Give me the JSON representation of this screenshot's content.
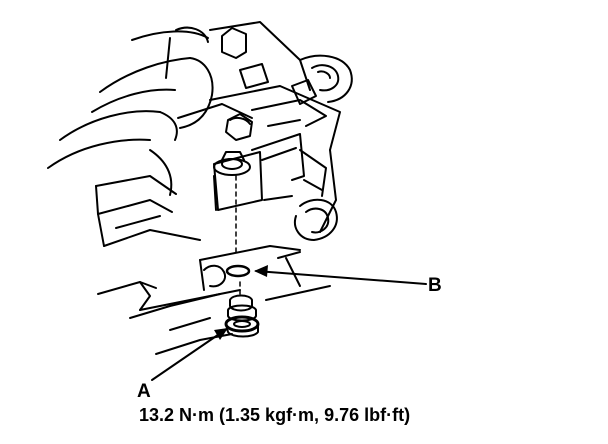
{
  "callouts": {
    "a": "A",
    "b": "B"
  },
  "torque_spec": "13.2 N·m (1.35 kgf·m, 9.76 lbf·ft)",
  "colors": {
    "line": "#000000",
    "background": "#ffffff"
  }
}
